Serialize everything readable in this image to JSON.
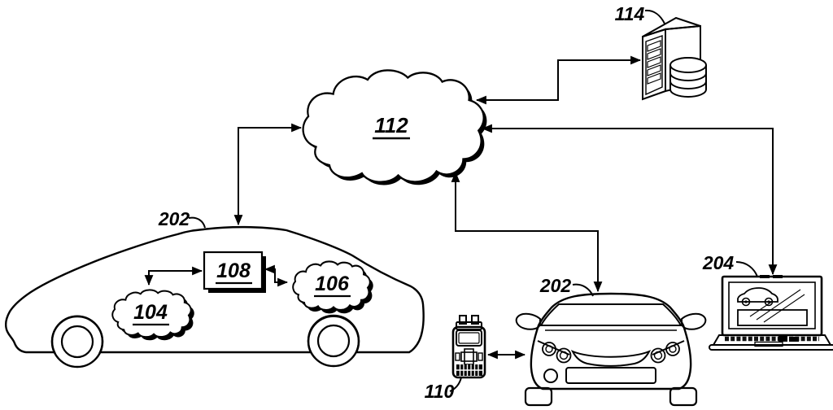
{
  "diagram": {
    "figure_type": "patent-style vehicle telematics network diagram",
    "colors": {
      "ink": "#000000",
      "paper": "#ffffff"
    },
    "labels": {
      "ref112": "112",
      "ref114": "114",
      "ref104": "104",
      "ref106": "106",
      "ref108": "108",
      "ref110": "110",
      "ref202_side": "202",
      "ref202_front": "202",
      "ref204": "204"
    },
    "connections": [
      {
        "from": "202 side car",
        "to": "112 cloud",
        "style": "double-headed elbow arrow"
      },
      {
        "from": "112 cloud",
        "to": "114 server",
        "style": "double-headed elbow arrow"
      },
      {
        "from": "112 cloud",
        "to": "204 laptop",
        "style": "double-headed elbow arrow"
      },
      {
        "from": "112 cloud",
        "to": "202 front car",
        "style": "double-headed elbow arrow"
      },
      {
        "from": "110 scan tool",
        "to": "202 front car",
        "style": "double-headed arrow"
      },
      {
        "from": "104 cloud",
        "to": "108 box",
        "style": "double-headed elbow arrow"
      },
      {
        "from": "108 box",
        "to": "106 cloud",
        "style": "double-headed zigzag arrow"
      }
    ]
  }
}
